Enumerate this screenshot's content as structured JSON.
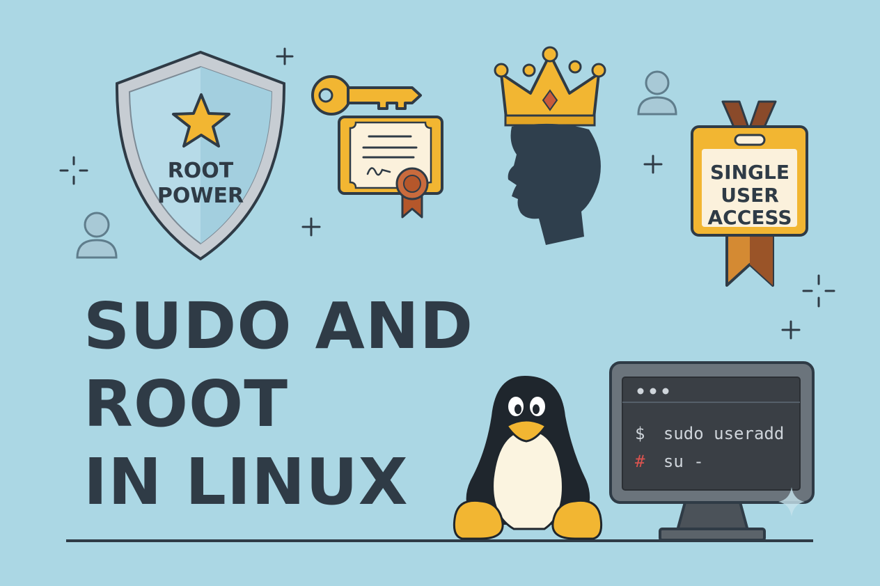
{
  "shield": {
    "line1": "ROOT",
    "line2": "POWER"
  },
  "access_badge": {
    "line1": "SINGLE",
    "line2": "USER",
    "line3": "ACCESS"
  },
  "title": {
    "line1": "SUDO AND",
    "line2": "ROOT",
    "line3": "IN LINUX"
  },
  "terminal": {
    "prompt_user": "$",
    "command_1": "sudo useradd",
    "prompt_root": "#",
    "command_2": "su -"
  },
  "icons": [
    "shield-icon",
    "star-icon",
    "key-icon",
    "certificate-icon",
    "crown-icon",
    "head-silhouette-icon",
    "user-icon",
    "id-badge-icon",
    "penguin-icon",
    "monitor-icon",
    "sparkle-icon",
    "plus-icon"
  ],
  "colors": {
    "background": "#abd7e4",
    "ink": "#2f3b46",
    "gold": "#f2b632",
    "rust": "#b5572b",
    "terminal_bg": "#3a3f45"
  }
}
